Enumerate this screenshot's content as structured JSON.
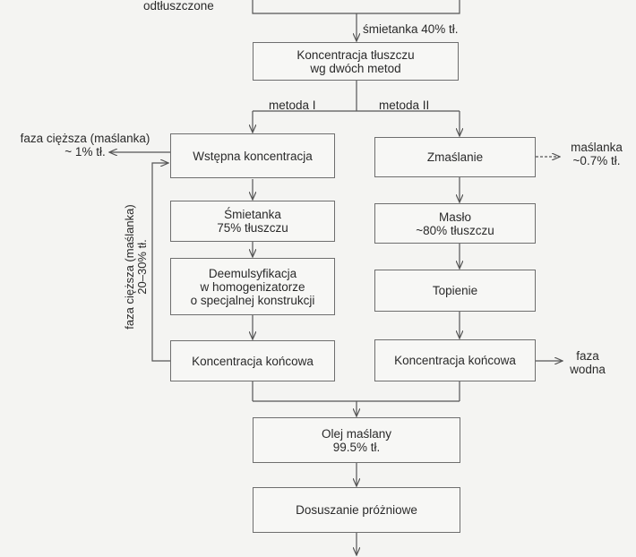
{
  "top_label": "odtłuszczone",
  "cream_label": "śmietanka 40% tł.",
  "box_concentration": [
    "Koncentracja tłuszczu",
    "wg dwóch metod"
  ],
  "method1": "metoda I",
  "method2": "metoda II",
  "heavy_phase_top": [
    "faza cięższa (maślanka)",
    "~ 1% tł."
  ],
  "heavy_phase_side": [
    "faza cięższa (maślanka)",
    "20–30% tł."
  ],
  "buttermilk_right": [
    "maślanka",
    "~0.7% tł."
  ],
  "left_column": {
    "pre_concentration": "Wstępna koncentracja",
    "cream": [
      "Śmietanka",
      "75% tłuszczu"
    ],
    "demulsification": [
      "Deemulsyfikacja",
      "w homogenizatorze",
      "o specjalnej konstrukcji"
    ],
    "final_concentration": "Koncentracja końcowa"
  },
  "right_column": {
    "churning": "Zmaślanie",
    "butter": [
      "Masło",
      "~80% tłuszczu"
    ],
    "melting": "Topienie",
    "final_concentration": "Koncentracja końcowa"
  },
  "water_phase": [
    "faza",
    "wodna"
  ],
  "butter_oil": [
    "Olej maślany",
    "99.5% tł."
  ],
  "vacuum_drying": "Dosuszanie próżniowe"
}
